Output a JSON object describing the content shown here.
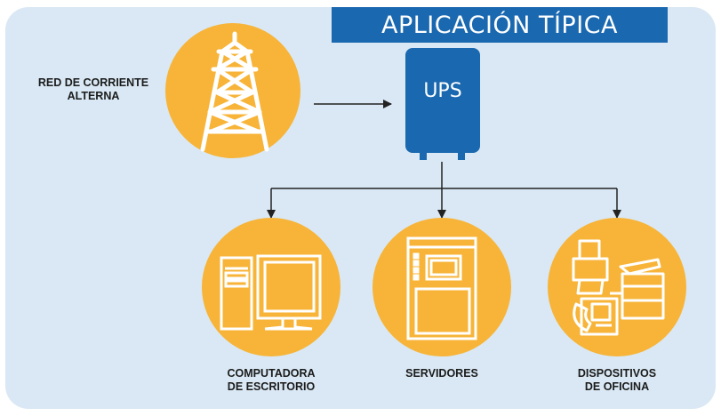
{
  "title": "APLICACIÓN TÍPICA",
  "labels": {
    "grid_line1": "RED DE CORRIENTE",
    "grid_line2": "ALTERNA",
    "ups": "UPS",
    "desktop_line1": "COMPUTADORA",
    "desktop_line2": "DE ESCRITORIO",
    "servers": "SERVIDORES",
    "office_line1": "DISPOSITIVOS",
    "office_line2": "DE OFICINA"
  },
  "colors": {
    "background": "#d9e8f4",
    "title_bar": "#1a68b0",
    "ups_box": "#1a68b0",
    "circle": "#f7b438",
    "icon_stroke": "#ffffff",
    "arrow": "#222222"
  },
  "icons": [
    "transmission-tower-icon",
    "ups-icon",
    "desktop-computer-icon",
    "server-icon",
    "office-devices-icon"
  ]
}
